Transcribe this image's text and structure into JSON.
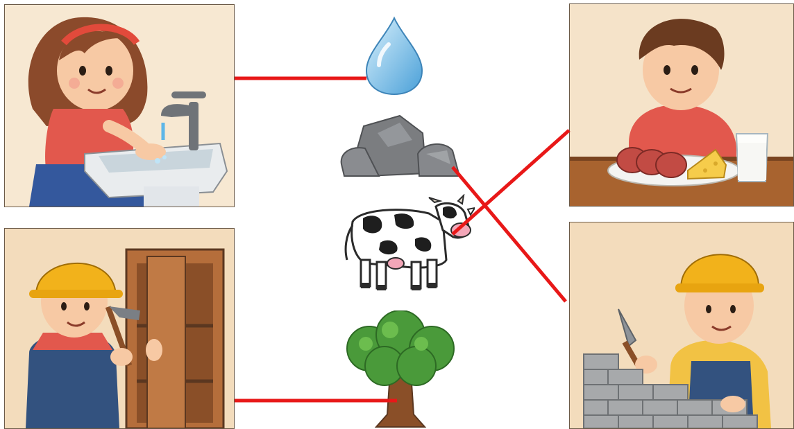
{
  "task": {
    "type": "matching-exercise",
    "left_scenes": [
      "girl-washing-hands",
      "carpenter-building-cabinet"
    ],
    "center_items": [
      "water-drop",
      "rocks",
      "cow",
      "tree"
    ],
    "right_scenes": [
      "boy-eating-meat-cheese-milk",
      "bricklayer-building-wall"
    ]
  },
  "connections": [
    {
      "from": "girl-washing-hands",
      "to": "water-drop"
    },
    {
      "from": "carpenter-building-cabinet",
      "to": "tree"
    },
    {
      "from": "rocks",
      "to": "bricklayer-building-wall"
    },
    {
      "from": "cow",
      "to": "boy-eating-meat-cheese-milk"
    }
  ],
  "colors": {
    "line": "#e81818",
    "panel_bg": "#f5e3c9",
    "panel_border": "#6b5a48",
    "helmet": "#f2b21b",
    "overalls": "#33527f"
  },
  "icons": {
    "water": "water-drop-icon",
    "rocks": "rocks-icon",
    "cow": "cow-icon",
    "tree": "tree-icon"
  }
}
